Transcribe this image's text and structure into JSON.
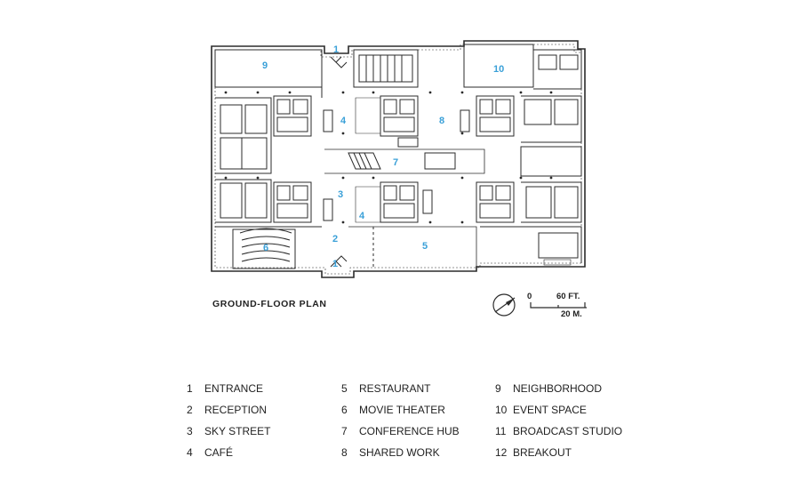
{
  "plan": {
    "title": "GROUND-FLOOR PLAN",
    "accent_color": "#3aa0d8",
    "line_color": "#2b2b2b",
    "room_tags": [
      {
        "id": "entrance-north",
        "number": "1"
      },
      {
        "id": "entrance-south",
        "number": "1"
      },
      {
        "id": "reception",
        "number": "2"
      },
      {
        "id": "sky-street",
        "number": "3"
      },
      {
        "id": "cafe-north",
        "number": "4"
      },
      {
        "id": "cafe-south",
        "number": "4"
      },
      {
        "id": "restaurant",
        "number": "5"
      },
      {
        "id": "movie-theater",
        "number": "6"
      },
      {
        "id": "conference-hub",
        "number": "7"
      },
      {
        "id": "shared-work",
        "number": "8"
      },
      {
        "id": "neighborhood",
        "number": "9"
      },
      {
        "id": "event-space",
        "number": "10"
      }
    ]
  },
  "scale": {
    "zero": "0",
    "feet": "60 FT.",
    "meters": "20 M."
  },
  "legend": [
    {
      "number": "1",
      "label": "ENTRANCE"
    },
    {
      "number": "2",
      "label": "RECEPTION"
    },
    {
      "number": "3",
      "label": "SKY STREET"
    },
    {
      "number": "4",
      "label": "CAFÉ"
    },
    {
      "number": "5",
      "label": "RESTAURANT"
    },
    {
      "number": "6",
      "label": "MOVIE THEATER"
    },
    {
      "number": "7",
      "label": "CONFERENCE HUB"
    },
    {
      "number": "8",
      "label": "SHARED WORK"
    },
    {
      "number": "9",
      "label": "NEIGHBORHOOD"
    },
    {
      "number": "10",
      "label": "EVENT SPACE"
    },
    {
      "number": "11",
      "label": "BROADCAST STUDIO"
    },
    {
      "number": "12",
      "label": "BREAKOUT"
    }
  ]
}
